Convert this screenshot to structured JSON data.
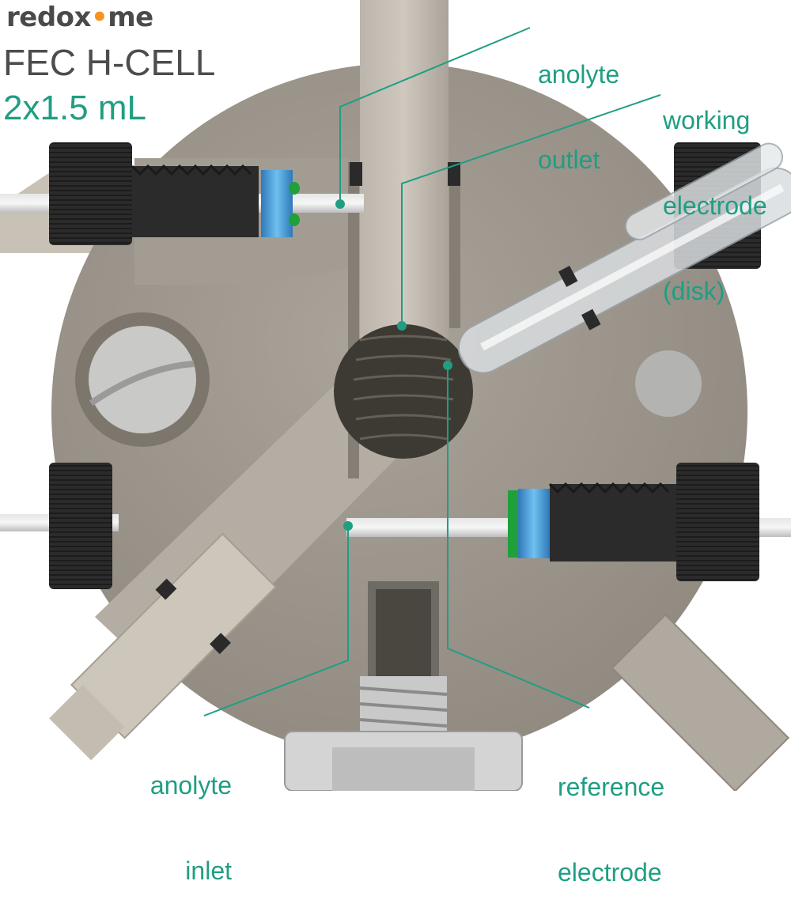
{
  "header": {
    "brand_prefix": "redox",
    "brand_dot": "•",
    "brand_suffix": "me",
    "product_name": "FEC H-CELL",
    "volume": "2x1.5 mL"
  },
  "labels": [
    {
      "id": "anolyte-outlet",
      "line1": "anolyte",
      "line2": "outlet",
      "line3": ""
    },
    {
      "id": "working-electrode",
      "line1": "working",
      "line2": "electrode",
      "line3": "(disk)"
    },
    {
      "id": "anolyte-inlet",
      "line1": "anolyte",
      "line2": "inlet",
      "line3": ""
    },
    {
      "id": "reference-electrode",
      "line1": "reference",
      "line2": "electrode",
      "line3": ""
    }
  ],
  "colors": {
    "accent": "#1f9e82",
    "brand_text": "#4a4a4a",
    "brand_dot": "#f7931e",
    "cell_body": "#9d968d",
    "fitting_black": "#2a2a2a",
    "ferrule_blue": "#3a8fd0",
    "oring_green": "#1fa03a"
  }
}
